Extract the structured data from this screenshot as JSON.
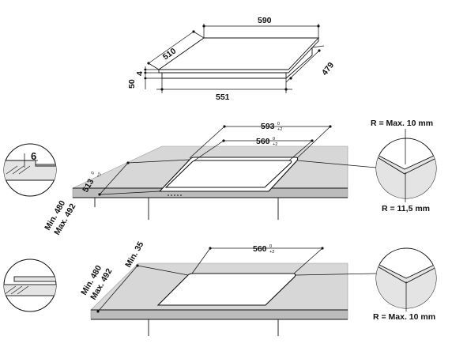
{
  "hob": {
    "width_label": "590",
    "depth_label": "510",
    "height_label": "4",
    "total_height_label": "50",
    "base_width_label": "551",
    "base_depth_label": "479"
  },
  "flush_mount": {
    "outer_width_label": "593",
    "outer_width_tol_upper": "0",
    "outer_width_tol_lower": "+2",
    "inner_width_label": "560",
    "inner_width_tol_upper": "0",
    "inner_width_tol_lower": "+2",
    "depth_label": "513",
    "depth_tol_upper": "0",
    "depth_tol_lower": "+2",
    "worktop_min_label": "Min. 480",
    "worktop_max_label": "Max. 492",
    "recess_label": "6",
    "corner_max_label": "R = Max. 10 mm",
    "corner_radius_label": "R = 11,5 mm"
  },
  "standard_mount": {
    "inner_width_label": "560",
    "inner_width_tol_upper": "0",
    "inner_width_tol_lower": "+2",
    "worktop_min_label": "Min. 480",
    "worktop_max_label": "Max. 492",
    "edge_min_label": "Min. 35",
    "corner_max_label": "R = Max. 10 mm"
  }
}
